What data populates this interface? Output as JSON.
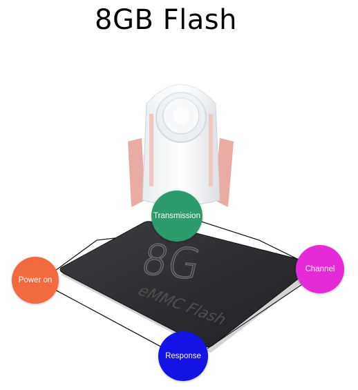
{
  "title": "8GB Flash",
  "chip": {
    "capacity_text": "8G",
    "name_text": "eMMC Flash"
  },
  "nodes": {
    "transmission": {
      "label": "Transmission",
      "color": "#2e9b6d"
    },
    "power_on": {
      "label": "Power on",
      "color": "#f26a3f"
    },
    "channel": {
      "label": "Channel",
      "color": "#e52bd8"
    },
    "response": {
      "label": "Response",
      "color": "#1512e6"
    }
  },
  "colors": {
    "chip": "#2f3133",
    "frame": "#d6d6d6",
    "connector_line": "#1a1a1a"
  },
  "icons": {
    "rocket": "rocket-icon"
  }
}
